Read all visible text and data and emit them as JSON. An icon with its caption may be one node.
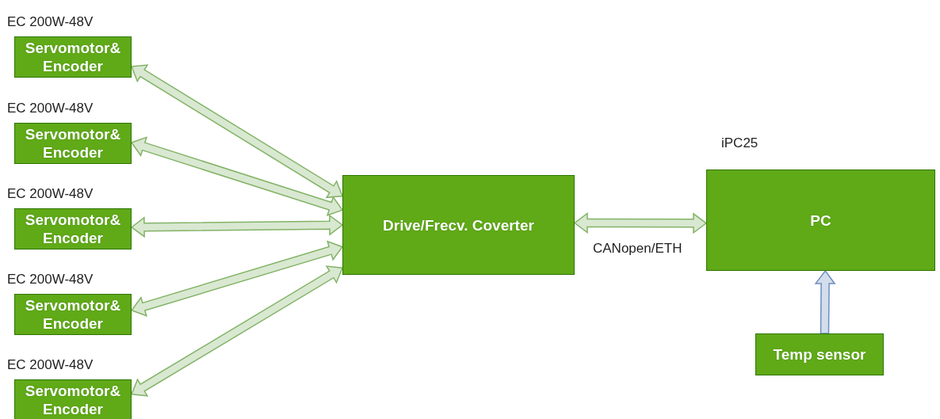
{
  "diagram": {
    "nodes": [
      {
        "text": [
          "EC 200W-48V",
          "Servomotor& Encoder"
        ]
      },
      {
        "text": [
          "EC 200W-48V",
          "Servomotor& Encoder"
        ]
      },
      {
        "text": [
          "EC 200W-48V",
          "Servomotor& Encoder"
        ]
      },
      {
        "text": [
          "EC 200W-48V",
          "Servomotor& Encoder"
        ]
      },
      {
        "text": [
          "EC 200W-48V",
          "Servomotor& Encoder"
        ]
      },
      {
        "text": [
          "Drive/Frecv. Coverter"
        ]
      },
      {
        "text": [
          "iPC25",
          "PC"
        ]
      },
      {
        "text": [
          "Temp sensor"
        ]
      }
    ],
    "edges": [
      {
        "from": 0,
        "to": 5,
        "arrow": "both"
      },
      {
        "from": 1,
        "to": 5,
        "arrow": "both"
      },
      {
        "from": 2,
        "to": 5,
        "arrow": "both"
      },
      {
        "from": 3,
        "to": 5,
        "arrow": "both"
      },
      {
        "from": 4,
        "to": 5,
        "arrow": "both"
      },
      {
        "from": 5,
        "to": 6,
        "arrow": "both",
        "label": "CANopen/ETH"
      },
      {
        "from": 7,
        "to": 6,
        "arrow": "to",
        "color": "#6c8ebf"
      }
    ]
  }
}
